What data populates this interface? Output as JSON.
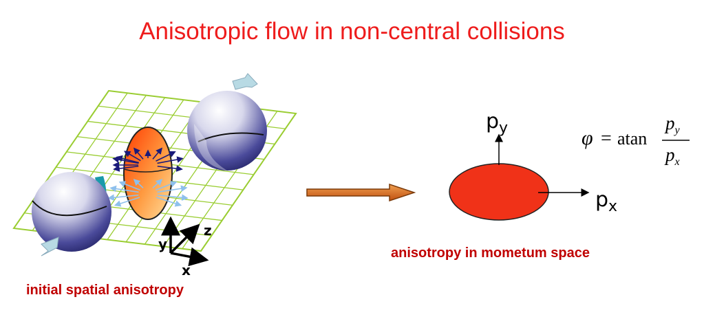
{
  "title": "Anisotropic flow in non-central collisions",
  "left_panel": {
    "caption": "initial spatial anisotropy",
    "axes": {
      "x": "x",
      "y": "y",
      "z": "z"
    }
  },
  "right_panel": {
    "caption": "anisotropy in mometum space",
    "px": {
      "base": "p",
      "sub": "x"
    },
    "py": {
      "base": "p",
      "sub": "y"
    }
  },
  "formula": {
    "lhs": "φ",
    "eq": "=",
    "func": "atan",
    "num_base": "p",
    "num_sub": "y",
    "den_base": "p",
    "den_sub": "x"
  },
  "colors": {
    "title": "#ee1c1c",
    "caption": "#c00000",
    "grid": "#9acd32",
    "almond": "#ff5a14",
    "ellipse": "#f03218",
    "arrow": "#d2691e",
    "nucleus": "#2c2c80"
  }
}
